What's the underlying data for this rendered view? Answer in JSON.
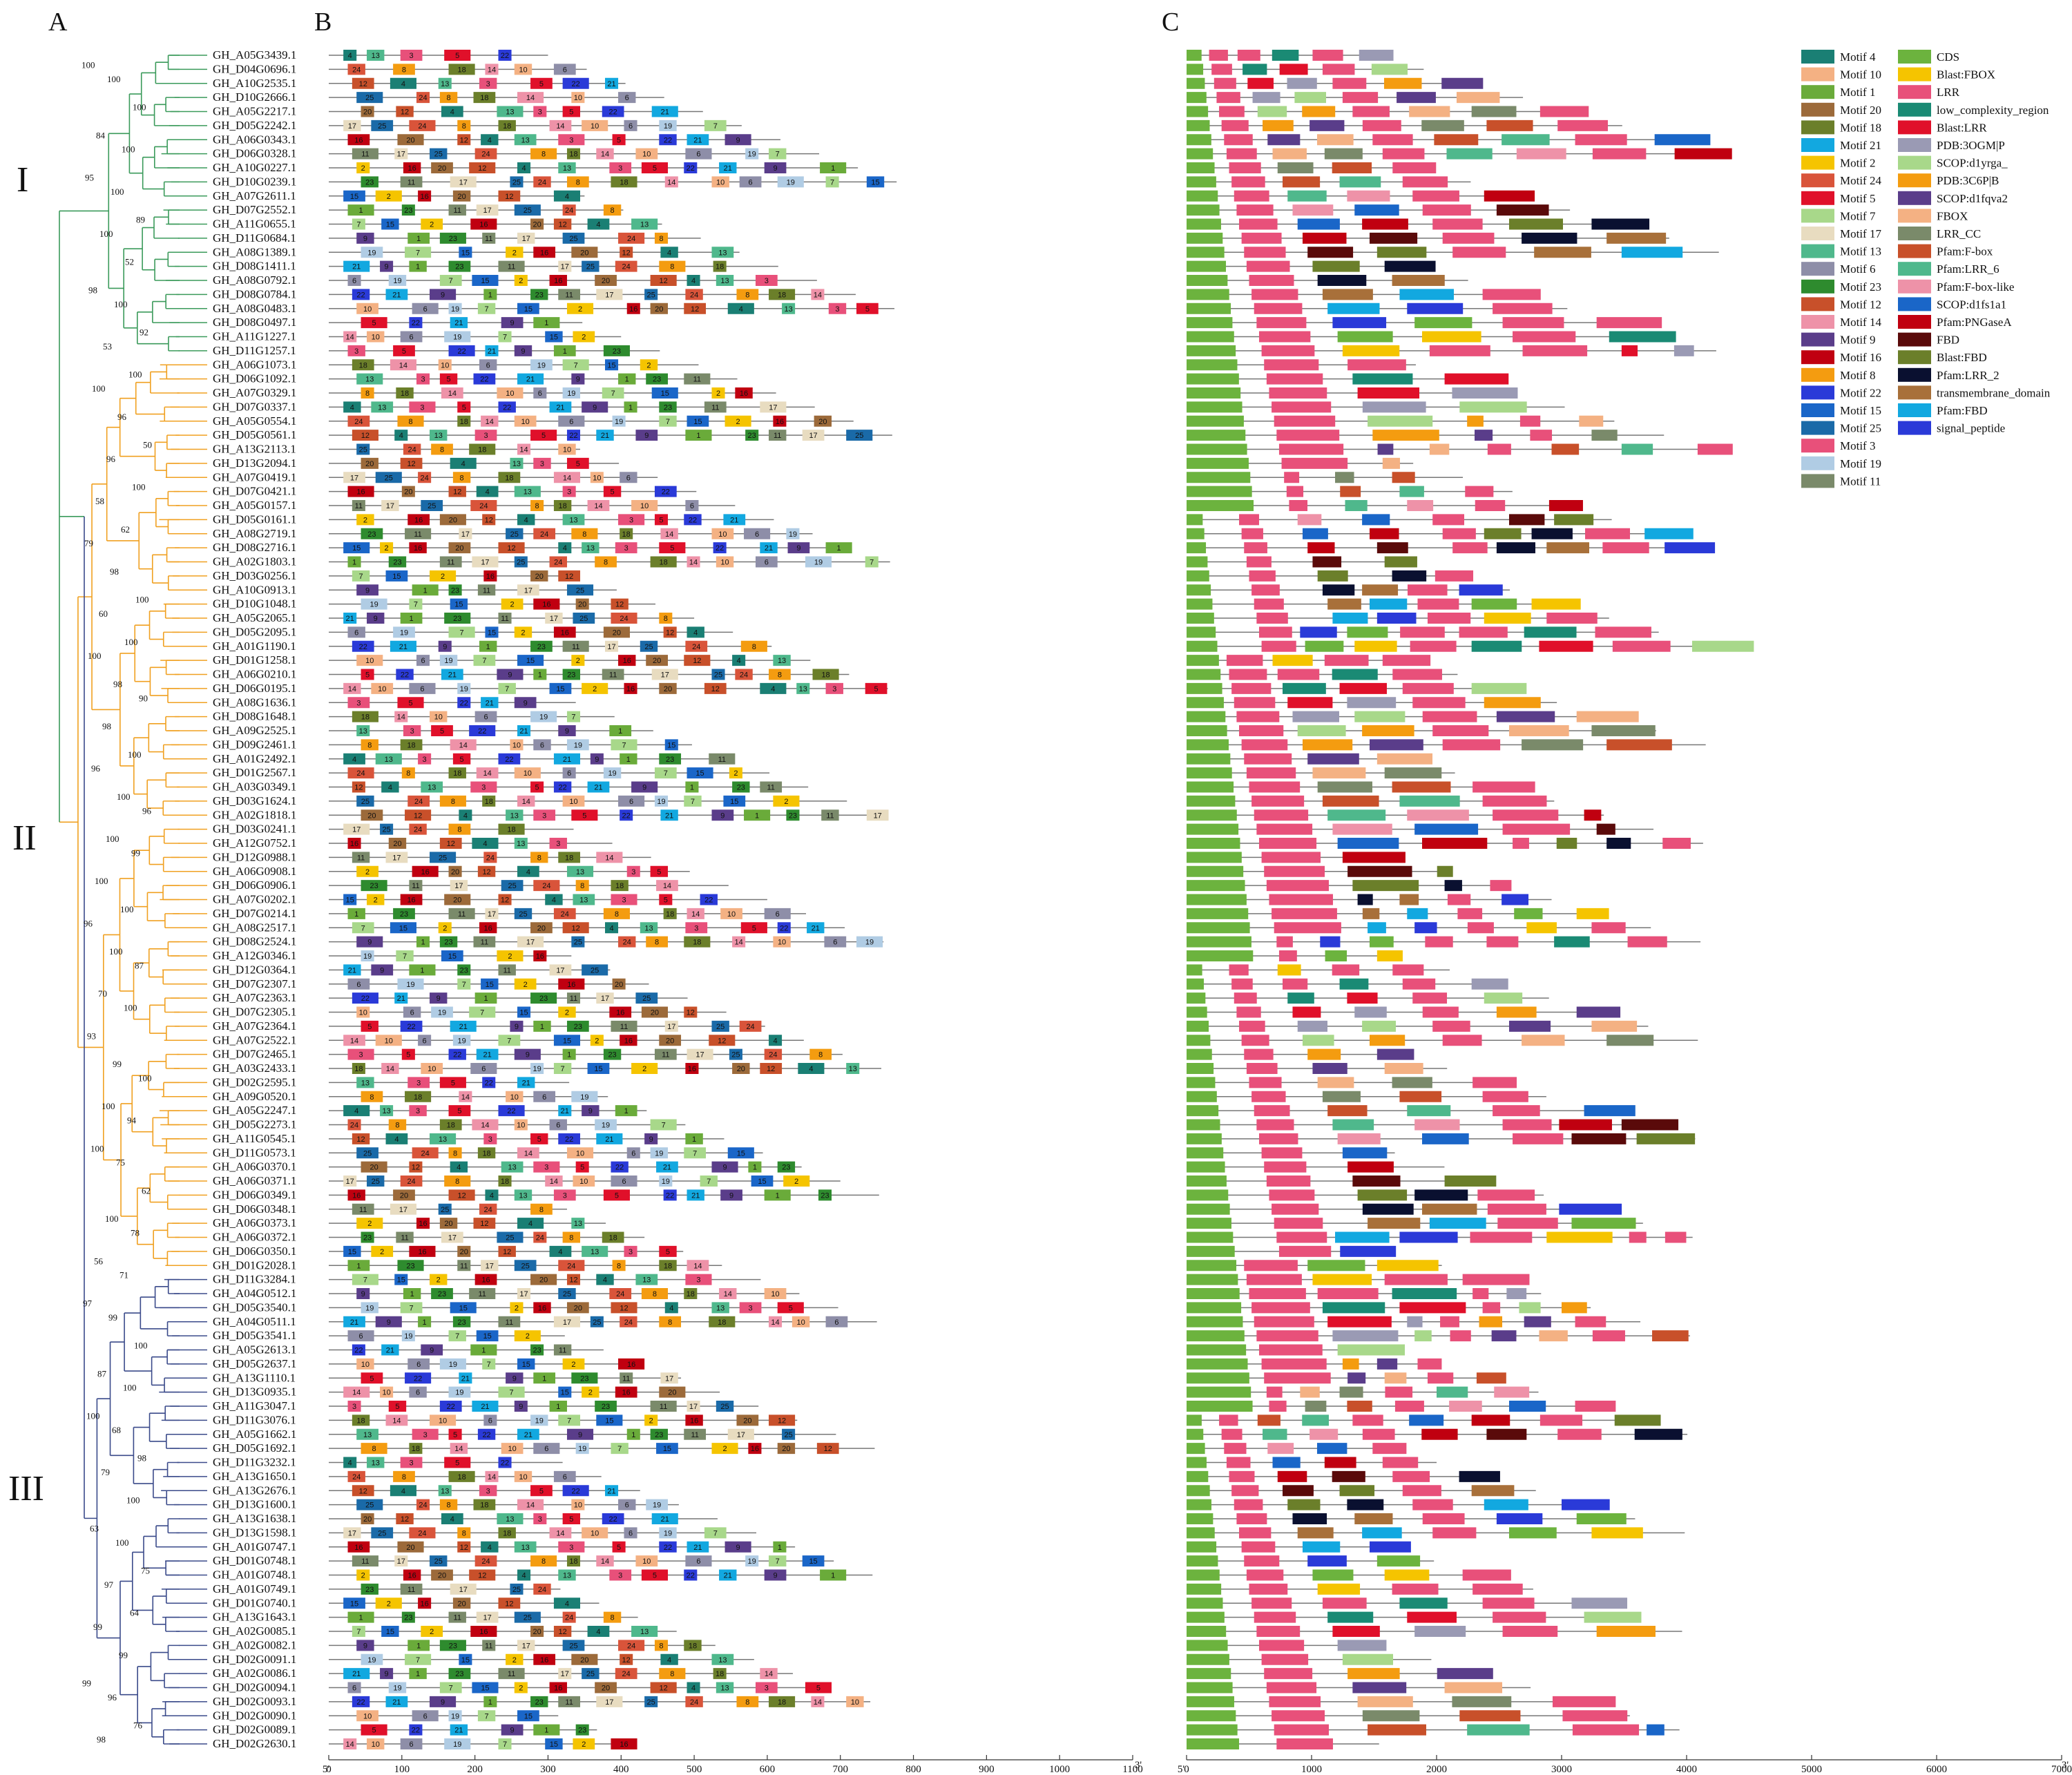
{
  "panels": [
    "A",
    "B",
    "C"
  ],
  "clades": [
    "I",
    "II",
    "III"
  ],
  "genes": [
    "GH_A05G3439.1",
    "GH_D04G0696.1",
    "GH_A10G2535.1",
    "GH_D10G2666.1",
    "GH_A05G2217.1",
    "GH_D05G2242.1",
    "GH_A06G0343.1",
    "GH_D06G0328.1",
    "GH_A10G0227.1",
    "GH_D10G0239.1",
    "GH_A07G2611.1",
    "GH_D07G2552.1",
    "GH_A11G0655.1",
    "GH_D11G0684.1",
    "GH_A08G1389.1",
    "GH_D08G1411.1",
    "GH_A08G0792.1",
    "GH_D08G0784.1",
    "GH_A08G0483.1",
    "GH_D08G0497.1",
    "GH_A11G1227.1",
    "GH_D11G1257.1",
    "GH_A06G1073.1",
    "GH_D06G1092.1",
    "GH_A07G0329.1",
    "GH_D07G0337.1",
    "GH_A05G0554.1",
    "GH_D05G0561.1",
    "GH_A13G2113.1",
    "GH_D13G2094.1",
    "GH_A07G0419.1",
    "GH_D07G0421.1",
    "GH_A05G0157.1",
    "GH_D05G0161.1",
    "GH_A08G2719.1",
    "GH_D08G2716.1",
    "GH_A02G1803.1",
    "GH_D03G0256.1",
    "GH_A10G0913.1",
    "GH_D10G1048.1",
    "GH_A05G2065.1",
    "GH_D05G2095.1",
    "GH_A01G1190.1",
    "GH_D01G1258.1",
    "GH_A06G0210.1",
    "GH_D06G0195.1",
    "GH_A08G1636.1",
    "GH_D08G1648.1",
    "GH_A09G2525.1",
    "GH_D09G2461.1",
    "GH_A01G2492.1",
    "GH_D01G2567.1",
    "GH_A03G0349.1",
    "GH_D03G1624.1",
    "GH_A02G1818.1",
    "GH_D03G0241.1",
    "GH_A12G0752.1",
    "GH_D12G0988.1",
    "GH_A06G0908.1",
    "GH_D06G0906.1",
    "GH_A07G0202.1",
    "GH_D07G0214.1",
    "GH_A08G2517.1",
    "GH_D08G2524.1",
    "GH_A12G0346.1",
    "GH_D12G0364.1",
    "GH_D07G2307.1",
    "GH_A07G2363.1",
    "GH_D07G2305.1",
    "GH_A07G2364.1",
    "GH_A07G2522.1",
    "GH_D07G2465.1",
    "GH_A03G2433.1",
    "GH_D02G2595.1",
    "GH_A09G0520.1",
    "GH_A05G2247.1",
    "GH_D05G2273.1",
    "GH_A11G0545.1",
    "GH_D11G0573.1",
    "GH_A06G0370.1",
    "GH_A06G0371.1",
    "GH_D06G0349.1",
    "GH_D06G0348.1",
    "GH_A06G0373.1",
    "GH_A06G0372.1",
    "GH_D06G0350.1",
    "GH_D01G2028.1",
    "GH_D11G3284.1",
    "GH_A04G0512.1",
    "GH_D05G3540.1",
    "GH_A04G0511.1",
    "GH_D05G3541.1",
    "GH_A05G2613.1",
    "GH_D05G2637.1",
    "GH_A13G1110.1",
    "GH_D13G0935.1",
    "GH_A11G3047.1",
    "GH_D11G3076.1",
    "GH_A05G1662.1",
    "GH_D05G1692.1",
    "GH_D11G3232.1",
    "GH_A13G1650.1",
    "GH_A13G2676.1",
    "GH_D13G1600.1",
    "GH_A13G1638.1",
    "GH_D13G1598.1",
    "GH_A01G0747.1",
    "GH_D01G0748.1",
    "GH_A01G0748.1",
    "GH_A01G0749.1",
    "GH_D01G0740.1",
    "GH_A13G1643.1",
    "GH_A02G0085.1",
    "GH_A02G0082.1",
    "GH_D02G0091.1",
    "GH_A02G0086.1",
    "GH_D02G0094.1",
    "GH_D02G0093.1",
    "GH_D02G0090.1",
    "GH_D02G0089.1",
    "GH_D02G2630.1"
  ],
  "bootstrap_values": [
    "100",
    "100",
    "100",
    "84",
    "100",
    "95",
    "100",
    "89",
    "100",
    "52",
    "98",
    "100",
    "92",
    "53",
    "100",
    "100",
    "96",
    "50",
    "96",
    "100",
    "58",
    "62",
    "79",
    "98",
    "100",
    "60",
    "100",
    "100",
    "98",
    "90",
    "98",
    "100",
    "96",
    "100",
    "96",
    "100",
    "99",
    "100",
    "100",
    "96",
    "100",
    "87",
    "70",
    "100",
    "93",
    "99",
    "100",
    "100",
    "94",
    "100",
    "75",
    "62",
    "100",
    "78",
    "56",
    "71",
    "97",
    "99",
    "100",
    "87",
    "100",
    "100",
    "68",
    "98",
    "79",
    "100",
    "63",
    "100",
    "75",
    "97",
    "64",
    "99",
    "99",
    "99",
    "96",
    "76",
    "98"
  ],
  "motif_axis": {
    "ticks": [
      "0",
      "100",
      "200",
      "300",
      "400",
      "500",
      "600",
      "700",
      "800",
      "900",
      "1000",
      "1100"
    ],
    "start_label": "5'",
    "end_label": "3'"
  },
  "structure_axis": {
    "ticks": [
      "0",
      "1000",
      "2000",
      "3000",
      "4000",
      "5000",
      "6000",
      "7000"
    ],
    "start_label": "5'",
    "end_label": "3'"
  },
  "motif_legend": [
    {
      "label": "Motif 4",
      "color": "#1a7f74"
    },
    {
      "label": "Motif 10",
      "color": "#f4b183"
    },
    {
      "label": "Motif 1",
      "color": "#6aab3a"
    },
    {
      "label": "Motif 20",
      "color": "#9c6a3a"
    },
    {
      "label": "Motif 18",
      "color": "#6b7f2a"
    },
    {
      "label": "Motif 21",
      "color": "#12a8e0"
    },
    {
      "label": "Motif 2",
      "color": "#f5c400"
    },
    {
      "label": "Motif 24",
      "color": "#d9543a"
    },
    {
      "label": "Motif 5",
      "color": "#e0102a"
    },
    {
      "label": "Motif 7",
      "color": "#a8d88a"
    },
    {
      "label": "Motif 17",
      "color": "#e8dcc0"
    },
    {
      "label": "Motif 13",
      "color": "#4fb88c"
    },
    {
      "label": "Motif 6",
      "color": "#8e8ea8"
    },
    {
      "label": "Motif 23",
      "color": "#2e8b2e"
    },
    {
      "label": "Motif 12",
      "color": "#c8502a"
    },
    {
      "label": "Motif 14",
      "color": "#ee92a8"
    },
    {
      "label": "Motif 9",
      "color": "#5a3d8a"
    },
    {
      "label": "Motif 16",
      "color": "#c00010"
    },
    {
      "label": "Motif 8",
      "color": "#f49c10"
    },
    {
      "label": "Motif 22",
      "color": "#2a3ad8"
    },
    {
      "label": "Motif 15",
      "color": "#1a66c8"
    },
    {
      "label": "Motif 25",
      "color": "#1a6aa8"
    },
    {
      "label": "Motif 3",
      "color": "#e8507a"
    },
    {
      "label": "Motif 19",
      "color": "#b0cce4"
    },
    {
      "label": "Motif 11",
      "color": "#7a8a6a"
    }
  ],
  "structure_legend": [
    {
      "label": "CDS",
      "color": "#6cb33e"
    },
    {
      "label": "Blast:FBOX",
      "color": "#f5c400"
    },
    {
      "label": "LRR",
      "color": "#e8507a"
    },
    {
      "label": "low_complexity_region",
      "color": "#1a8a74"
    },
    {
      "label": "Blast:LRR",
      "color": "#e0102a"
    },
    {
      "label": "PDB:3OGM|P",
      "color": "#9a9ab4"
    },
    {
      "label": "SCOP:d1yrga_",
      "color": "#a8d88a"
    },
    {
      "label": "PDB:3C6P|B",
      "color": "#f49c10"
    },
    {
      "label": "SCOP:d1fqva2",
      "color": "#5a3d8a"
    },
    {
      "label": "FBOX",
      "color": "#f4b183"
    },
    {
      "label": "LRR_CC",
      "color": "#7a8a6a"
    },
    {
      "label": "Pfam:F-box",
      "color": "#c8502a"
    },
    {
      "label": "Pfam:LRR_6",
      "color": "#4fb88c"
    },
    {
      "label": "Pfam:F-box-like",
      "color": "#ee92a8"
    },
    {
      "label": "SCOP:d1fs1a1",
      "color": "#1a66c8"
    },
    {
      "label": "Pfam:PNGaseA",
      "color": "#c00010"
    },
    {
      "label": "FBD",
      "color": "#5a0a0a"
    },
    {
      "label": "Blast:FBD",
      "color": "#6b7f2a"
    },
    {
      "label": "Pfam:LRR_2",
      "color": "#0a1030"
    },
    {
      "label": "transmembrane_domain",
      "color": "#a8703a"
    },
    {
      "label": "Pfam:FBD",
      "color": "#12a8e0"
    },
    {
      "label": "signal_peptide",
      "color": "#2a3ad8"
    }
  ]
}
